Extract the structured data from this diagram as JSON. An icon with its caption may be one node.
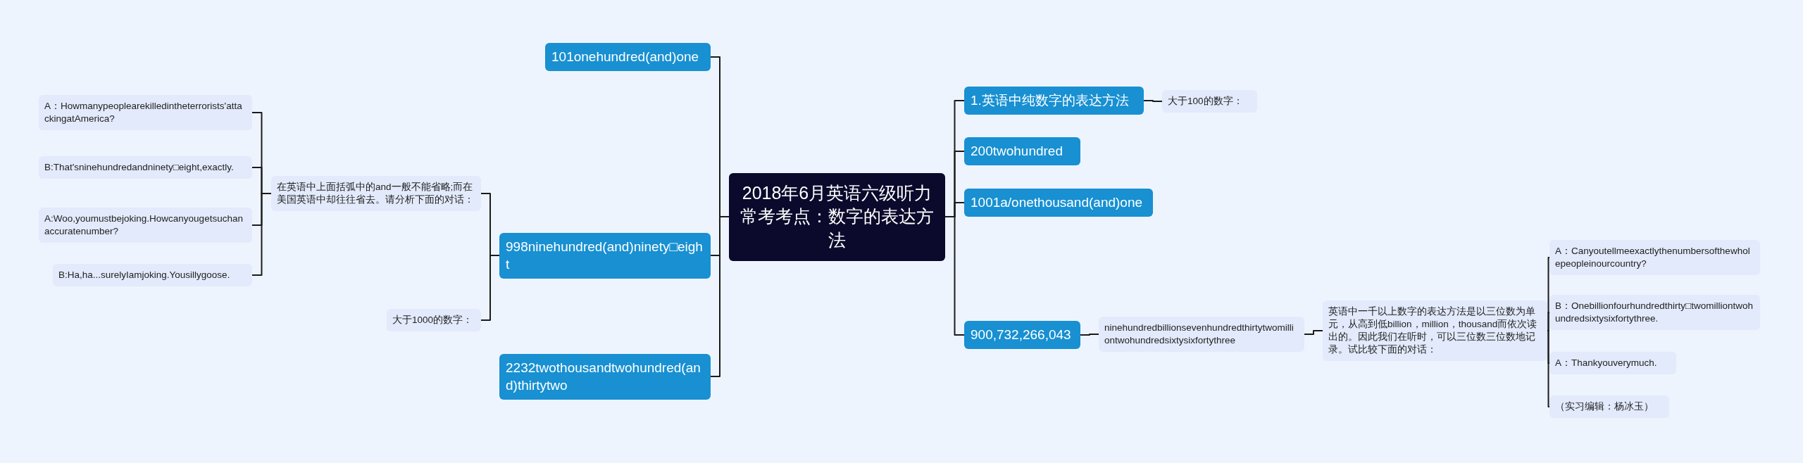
{
  "diagram": {
    "nodes": [
      {
        "text": [
          "2018年6月英语六级听力常考考点：数字的表达方法"
        ]
      },
      {
        "text": [
          "101onehundred(and)one"
        ]
      },
      {
        "text": [
          "998ninehundred(and)ninety□eight"
        ]
      },
      {
        "text": [
          "在英语中上面括弧中的and一般不能省略;而在美国英语中却往往省去。请分析下面的对话："
        ]
      },
      {
        "text": [
          "A：Howmanypeoplearekilledintheterrorists'attackingatAmerica?"
        ]
      },
      {
        "text": [
          "B:That'sninehundredandninety□eight,exactly."
        ]
      },
      {
        "text": [
          "A:Woo,youmustbejoking.Howcanyougetsuchanaccuratenumber?"
        ]
      },
      {
        "text": [
          "B:Ha,ha...surelyIamjoking.Yousillygoose."
        ]
      },
      {
        "text": [
          "大于1000的数字："
        ]
      },
      {
        "text": [
          "2232twothousandtwohundred(and)thirtytwo"
        ]
      },
      {
        "text": [
          "1.英语中纯数字的表达方法"
        ]
      },
      {
        "text": [
          "大于100的数字："
        ]
      },
      {
        "text": [
          "200twohundred"
        ]
      },
      {
        "text": [
          "1001a/onethousand(and)one"
        ]
      },
      {
        "text": [
          "900,732,266,043"
        ]
      },
      {
        "text": [
          "ninehundredbillionsevenhundredthirtytwomilliontwohundredsixtysixfortythree"
        ]
      },
      {
        "text": [
          "英语中一千以上数字的表达方法是以三位数为单元，从高到低billion，million，thousand而依次读出的。因此我们在听时，可以三位数三位数地记录。试比较下面的对话："
        ]
      },
      {
        "text": [
          "A：Canyoutellmeexactlythenumbersofthewholepeopleinourcountry?"
        ]
      },
      {
        "text": [
          "B：Onebillionfourhundredthirty□twomilliontwohundredsixtysixfortythree."
        ]
      },
      {
        "text": [
          "A：Thankyouverymuch."
        ]
      },
      {
        "text": [
          "（实习编辑：杨冰玉）"
        ]
      }
    ],
    "edges": [
      {
        "from": 0,
        "to": 1,
        "arrow": "none"
      },
      {
        "from": 0,
        "to": 2,
        "arrow": "none"
      },
      {
        "from": 0,
        "to": 9,
        "arrow": "none"
      },
      {
        "from": 0,
        "to": 10,
        "arrow": "none"
      },
      {
        "from": 0,
        "to": 12,
        "arrow": "none"
      },
      {
        "from": 0,
        "to": 13,
        "arrow": "none"
      },
      {
        "from": 0,
        "to": 14,
        "arrow": "none"
      },
      {
        "from": 2,
        "to": 3,
        "arrow": "none"
      },
      {
        "from": 2,
        "to": 8,
        "arrow": "none"
      },
      {
        "from": 3,
        "to": 4,
        "arrow": "none"
      },
      {
        "from": 3,
        "to": 5,
        "arrow": "none"
      },
      {
        "from": 3,
        "to": 6,
        "arrow": "none"
      },
      {
        "from": 3,
        "to": 7,
        "arrow": "none"
      },
      {
        "from": 10,
        "to": 11,
        "arrow": "none"
      },
      {
        "from": 14,
        "to": 15,
        "arrow": "none"
      },
      {
        "from": 15,
        "to": 16,
        "arrow": "none"
      },
      {
        "from": 16,
        "to": 17,
        "arrow": "none"
      },
      {
        "from": 16,
        "to": 18,
        "arrow": "none"
      },
      {
        "from": 16,
        "to": 19,
        "arrow": "none"
      },
      {
        "from": 16,
        "to": 20,
        "arrow": "none"
      }
    ]
  }
}
